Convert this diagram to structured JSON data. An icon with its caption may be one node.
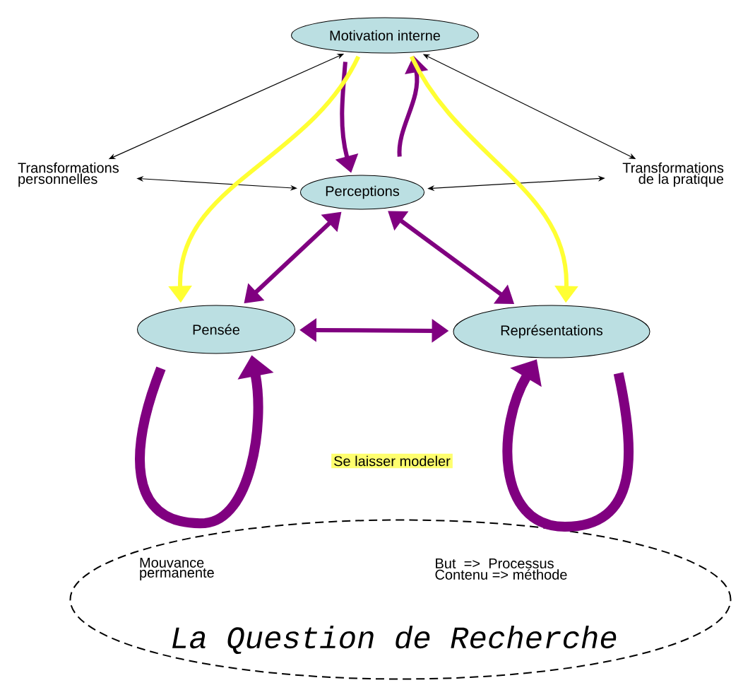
{
  "diagram": {
    "nodes": [
      {
        "text": [
          "Motivation interne"
        ]
      },
      {
        "text": [
          "Transformations personnelles"
        ]
      },
      {
        "text": [
          "Perceptions"
        ]
      },
      {
        "text": [
          "Transformations de la pratique"
        ]
      },
      {
        "text": [
          "Pensée"
        ]
      },
      {
        "text": [
          "Représentations"
        ]
      },
      {
        "text": [
          "Mouvance permanente",
          "But => Processus Contenu => méthode",
          "La Question de Recherche"
        ]
      }
    ],
    "edges": [
      {
        "from": 0,
        "to": 1,
        "arrow": "both",
        "color": "#000000"
      },
      {
        "from": 0,
        "to": 3,
        "arrow": "both",
        "color": "#000000"
      },
      {
        "from": 1,
        "to": 2,
        "arrow": "both",
        "color": "#000000"
      },
      {
        "from": 3,
        "to": 2,
        "arrow": "both",
        "color": "#000000"
      },
      {
        "from": 0,
        "to": 2,
        "arrow": "to",
        "color": "#800080"
      },
      {
        "from": 2,
        "to": 0,
        "arrow": "to",
        "color": "#800080"
      },
      {
        "from": 0,
        "to": 4,
        "arrow": "to",
        "color": "#ffff33"
      },
      {
        "from": 0,
        "to": 5,
        "arrow": "to",
        "color": "#ffff33"
      },
      {
        "from": 2,
        "to": 4,
        "arrow": "both",
        "color": "#800080"
      },
      {
        "from": 2,
        "to": 5,
        "arrow": "both",
        "color": "#800080"
      },
      {
        "from": 4,
        "to": 5,
        "arrow": "both",
        "color": "#800080"
      },
      {
        "from": 4,
        "to": 4,
        "arrow": "to",
        "style": "thick",
        "color": "#800080"
      },
      {
        "from": 5,
        "to": 5,
        "arrow": "to",
        "style": "thick",
        "color": "#800080"
      }
    ],
    "labels": [
      "Se laisser modeler"
    ]
  }
}
